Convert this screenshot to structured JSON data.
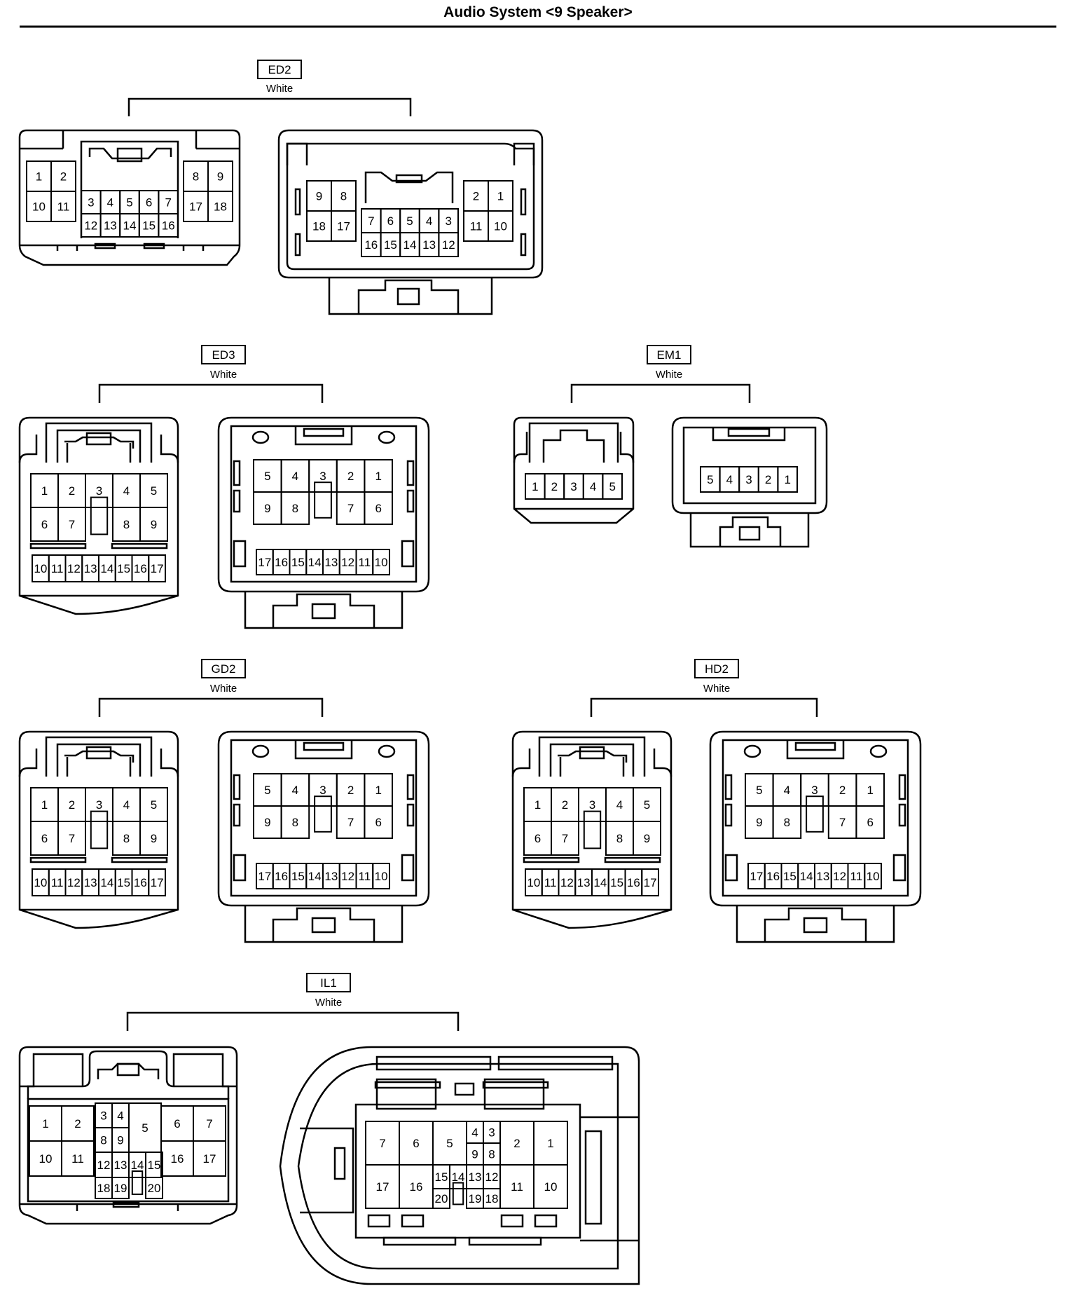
{
  "title": "Audio System <9 Speaker>",
  "connectors": {
    "ed2": {
      "code": "ED2",
      "color": "White",
      "male_left": [
        "1",
        "2",
        "10",
        "11"
      ],
      "male_center_top": [
        "3",
        "4",
        "5",
        "6",
        "7"
      ],
      "male_center_bottom": [
        "12",
        "13",
        "14",
        "15",
        "16"
      ],
      "male_right": [
        "8",
        "9",
        "17",
        "18"
      ],
      "female_left": [
        "9",
        "8",
        "18",
        "17"
      ],
      "female_center_top": [
        "7",
        "6",
        "5",
        "4",
        "3"
      ],
      "female_center_bottom": [
        "16",
        "15",
        "14",
        "13",
        "12"
      ],
      "female_right": [
        "2",
        "1",
        "11",
        "10"
      ]
    },
    "ed3": {
      "code": "ED3",
      "color": "White",
      "male_row1": [
        "1",
        "2",
        "3",
        "4",
        "5"
      ],
      "male_row2": [
        "6",
        "7",
        "8",
        "9"
      ],
      "male_row3": [
        "10",
        "11",
        "12",
        "13",
        "14",
        "15",
        "16",
        "17"
      ],
      "female_row1": [
        "5",
        "4",
        "3",
        "2",
        "1"
      ],
      "female_row2": [
        "9",
        "8",
        "7",
        "6"
      ],
      "female_row3": [
        "17",
        "16",
        "15",
        "14",
        "13",
        "12",
        "11",
        "10"
      ]
    },
    "em1": {
      "code": "EM1",
      "color": "White",
      "male_row": [
        "1",
        "2",
        "3",
        "4",
        "5"
      ],
      "female_row": [
        "5",
        "4",
        "3",
        "2",
        "1"
      ]
    },
    "gd2": {
      "code": "GD2",
      "color": "White",
      "male_row1": [
        "1",
        "2",
        "3",
        "4",
        "5"
      ],
      "male_row2": [
        "6",
        "7",
        "8",
        "9"
      ],
      "male_row3": [
        "10",
        "11",
        "12",
        "13",
        "14",
        "15",
        "16",
        "17"
      ],
      "female_row1": [
        "5",
        "4",
        "3",
        "2",
        "1"
      ],
      "female_row2": [
        "9",
        "8",
        "7",
        "6"
      ],
      "female_row3": [
        "17",
        "16",
        "15",
        "14",
        "13",
        "12",
        "11",
        "10"
      ]
    },
    "hd2": {
      "code": "HD2",
      "color": "White",
      "male_row1": [
        "1",
        "2",
        "3",
        "4",
        "5"
      ],
      "male_row2": [
        "6",
        "7",
        "8",
        "9"
      ],
      "male_row3": [
        "10",
        "11",
        "12",
        "13",
        "14",
        "15",
        "16",
        "17"
      ],
      "female_row1": [
        "5",
        "4",
        "3",
        "2",
        "1"
      ],
      "female_row2": [
        "9",
        "8",
        "7",
        "6"
      ],
      "female_row3": [
        "17",
        "16",
        "15",
        "14",
        "13",
        "12",
        "11",
        "10"
      ]
    },
    "il1": {
      "code": "IL1",
      "color": "White",
      "male_left": [
        "1",
        "2",
        "10",
        "11"
      ],
      "male_mid_top": [
        "3",
        "4",
        "8",
        "9"
      ],
      "male_mid_center": [
        "12",
        "13",
        "14",
        "15"
      ],
      "male_mid_bottom": [
        "18",
        "19",
        "20"
      ],
      "male_mid_right": [
        "5"
      ],
      "male_right": [
        "6",
        "7",
        "16",
        "17"
      ],
      "female_left": [
        "7",
        "6",
        "17",
        "16"
      ],
      "female_mid_left": [
        "5"
      ],
      "female_mid_top": [
        "4",
        "3",
        "9",
        "8"
      ],
      "female_mid_center": [
        "15",
        "14",
        "13",
        "12"
      ],
      "female_mid_bottom": [
        "20",
        "19",
        "18"
      ],
      "female_right": [
        "2",
        "1",
        "11",
        "10"
      ]
    }
  }
}
